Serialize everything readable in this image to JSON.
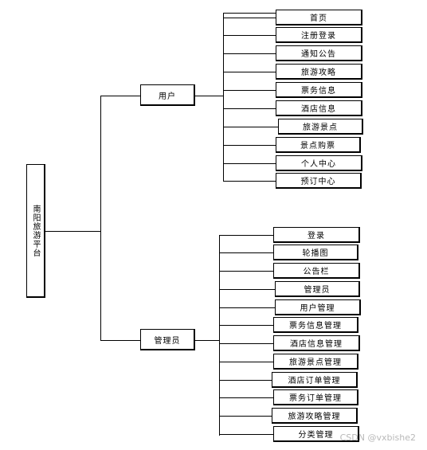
{
  "root": {
    "label": "南阳旅游平台"
  },
  "branches": {
    "user": {
      "label": "用户",
      "items": [
        "首页",
        "注册登录",
        "通知公告",
        "旅游攻略",
        "票务信息",
        "酒店信息",
        "旅游景点",
        "景点购票",
        "个人中心",
        "预订中心"
      ]
    },
    "admin": {
      "label": "管理员",
      "items": [
        "登录",
        "轮播图",
        "公告栏",
        "管理员",
        "用户管理",
        "票务信息管理",
        "酒店信息管理",
        "旅游景点管理",
        "酒店订单管理",
        "票务订单管理",
        "旅游攻略管理",
        "分类管理"
      ]
    }
  },
  "watermark": "CSDN @vxbishe2"
}
